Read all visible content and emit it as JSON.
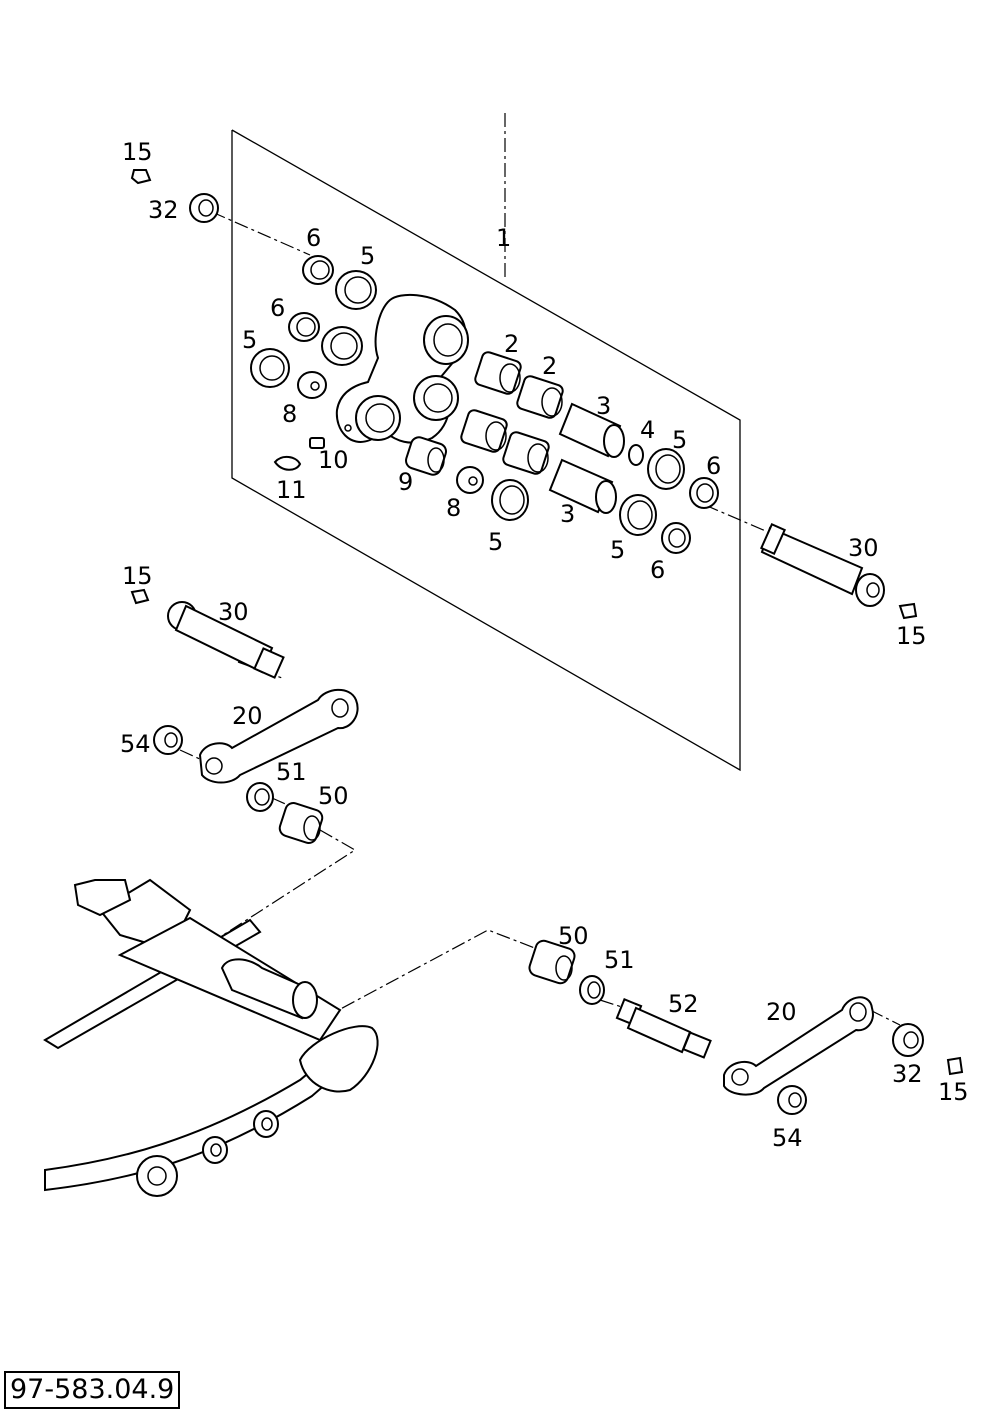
{
  "diagram": {
    "reference_number": "97-583.04.9",
    "callouts": [
      {
        "id": "c15a",
        "text": "15"
      },
      {
        "id": "c32a",
        "text": "32"
      },
      {
        "id": "c1",
        "text": "1"
      },
      {
        "id": "c6a",
        "text": "6"
      },
      {
        "id": "c5a",
        "text": "5"
      },
      {
        "id": "c6b",
        "text": "6"
      },
      {
        "id": "c5b",
        "text": "5"
      },
      {
        "id": "c2a",
        "text": "2"
      },
      {
        "id": "c2b",
        "text": "2"
      },
      {
        "id": "c8a",
        "text": "8"
      },
      {
        "id": "c3a",
        "text": "3"
      },
      {
        "id": "c4",
        "text": "4"
      },
      {
        "id": "c5c",
        "text": "5"
      },
      {
        "id": "c6c",
        "text": "6"
      },
      {
        "id": "c10",
        "text": "10"
      },
      {
        "id": "c11",
        "text": "11"
      },
      {
        "id": "c9",
        "text": "9"
      },
      {
        "id": "c8b",
        "text": "8"
      },
      {
        "id": "c3b",
        "text": "3"
      },
      {
        "id": "c5d",
        "text": "5"
      },
      {
        "id": "c5e",
        "text": "5"
      },
      {
        "id": "c6d",
        "text": "6"
      },
      {
        "id": "c30a",
        "text": "30"
      },
      {
        "id": "c15b",
        "text": "15"
      },
      {
        "id": "c15c",
        "text": "15"
      },
      {
        "id": "c30b",
        "text": "30"
      },
      {
        "id": "c20a",
        "text": "20"
      },
      {
        "id": "c54a",
        "text": "54"
      },
      {
        "id": "c51a",
        "text": "51"
      },
      {
        "id": "c50a",
        "text": "50"
      },
      {
        "id": "c50b",
        "text": "50"
      },
      {
        "id": "c51b",
        "text": "51"
      },
      {
        "id": "c52",
        "text": "52"
      },
      {
        "id": "c20b",
        "text": "20"
      },
      {
        "id": "c32b",
        "text": "32"
      },
      {
        "id": "c15d",
        "text": "15"
      },
      {
        "id": "c54b",
        "text": "54"
      }
    ]
  }
}
